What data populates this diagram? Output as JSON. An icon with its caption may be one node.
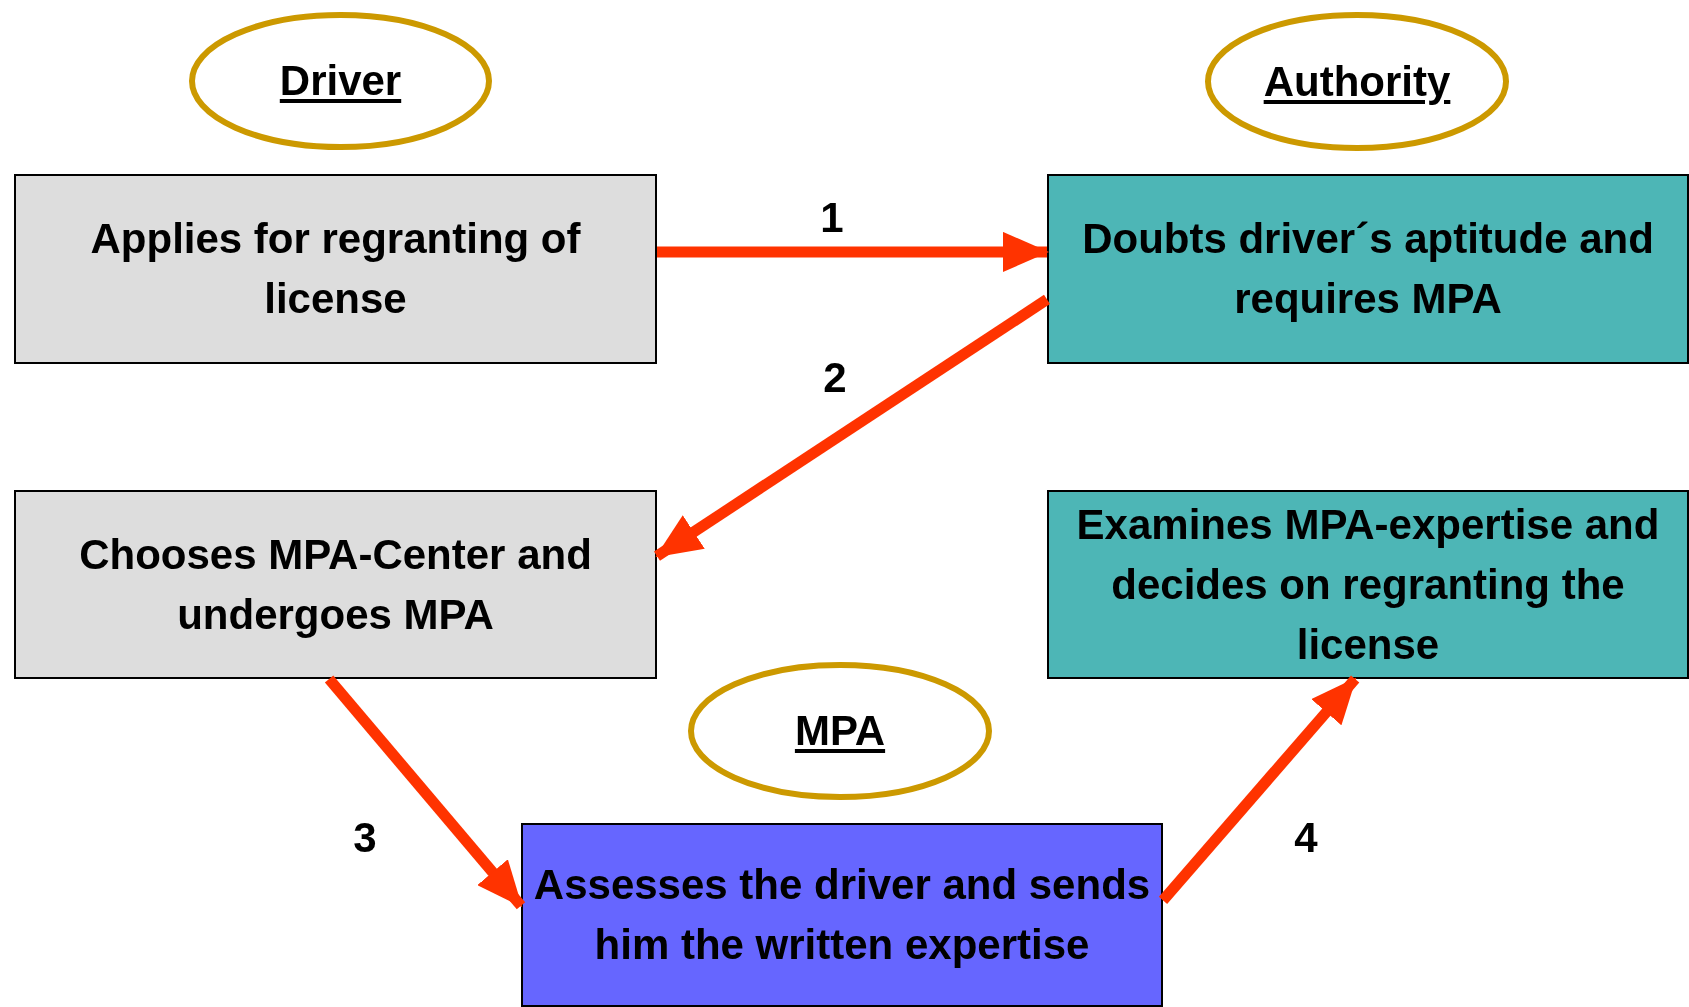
{
  "diagram": {
    "nodes": [
      {
        "text": [
          "Driver"
        ]
      },
      {
        "text": [
          "Authority"
        ]
      },
      {
        "text": [
          "Applies for regranting of license"
        ]
      },
      {
        "text": [
          "Doubts driver´s aptitude and requires MPA"
        ]
      },
      {
        "text": [
          "Chooses MPA-Center and undergoes MPA"
        ]
      },
      {
        "text": [
          "Examines MPA-expertise and decides on regranting the license"
        ]
      },
      {
        "text": [
          "MPA"
        ]
      },
      {
        "text": [
          "Assesses the driver and sends him the written expertise"
        ]
      }
    ],
    "edges": [
      {
        "from": 2,
        "to": 3,
        "arrow": "to",
        "label": "1"
      },
      {
        "from": 3,
        "to": 4,
        "arrow": "to",
        "label": "2"
      },
      {
        "from": 4,
        "to": 7,
        "arrow": "to",
        "label": "3"
      },
      {
        "from": 7,
        "to": 5,
        "arrow": "to",
        "label": "4"
      }
    ]
  }
}
